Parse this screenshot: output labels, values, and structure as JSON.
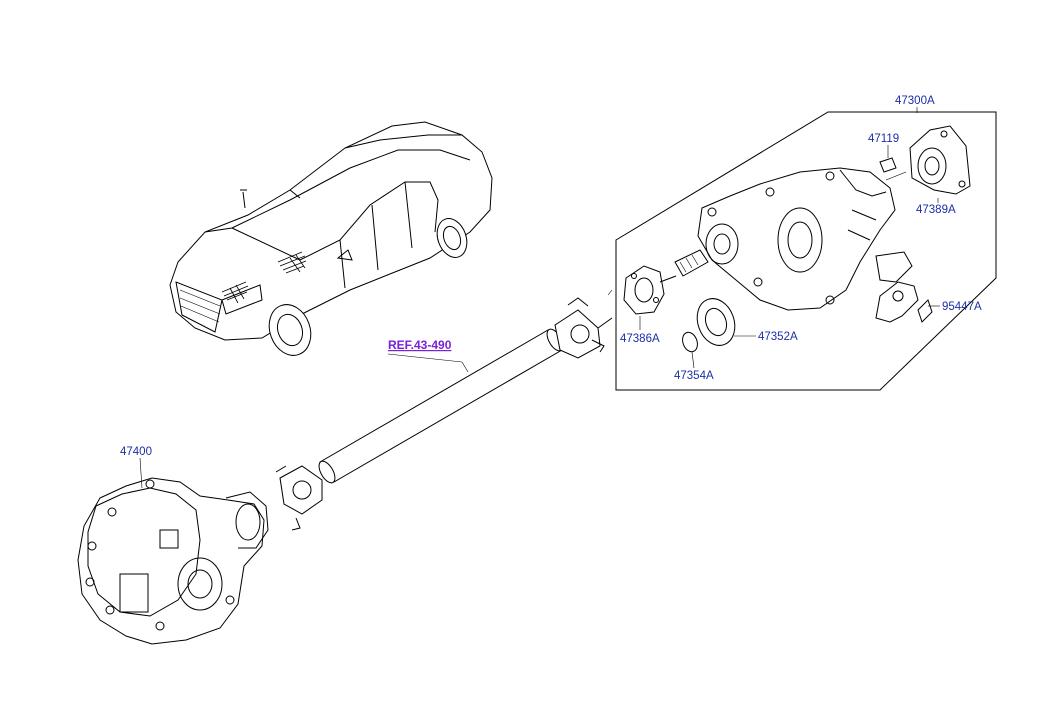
{
  "labels": {
    "transfer_case": "47400",
    "rear_diff_assembly": "47300A",
    "plug": "47119",
    "flange_right": "47389A",
    "bracket": "95447A",
    "companion_flange": "47386A",
    "oil_seal": "47352A",
    "snap_ring": "47354A"
  },
  "reference": {
    "text": "REF.43-490"
  },
  "colors": {
    "label": "#1c2ea8",
    "reference": "#7a1fd8",
    "line": "#000000"
  }
}
